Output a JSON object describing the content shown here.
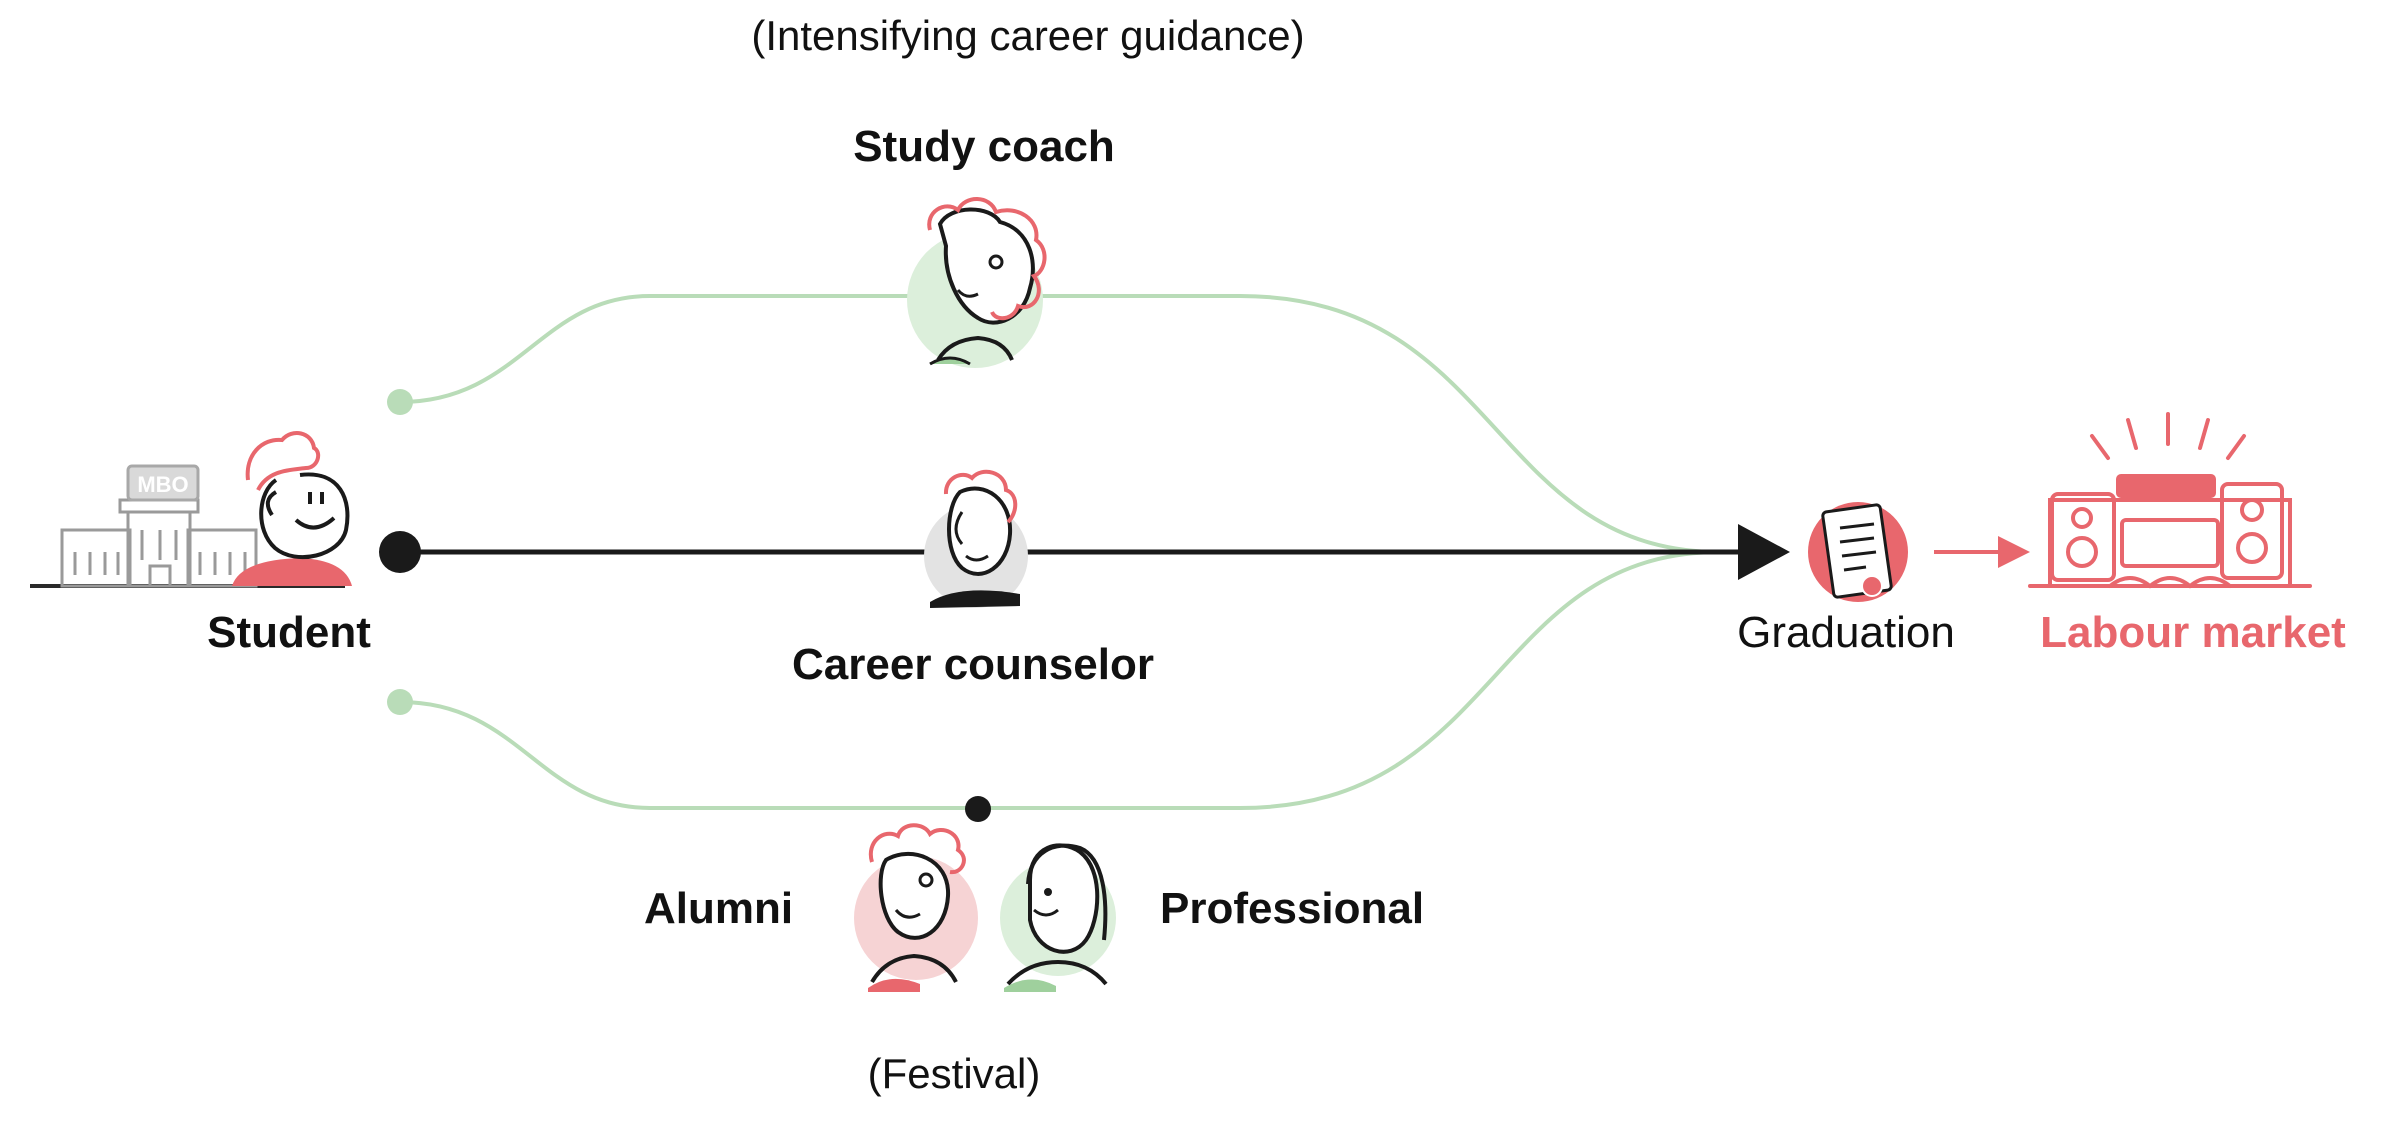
{
  "top_note": "(Intensifying career guidance)",
  "bottom_note": "(Festival)",
  "nodes": {
    "student": "Student",
    "study_coach": "Study coach",
    "career_counselor": "Career counselor",
    "alumni": "Alumni",
    "professional": "Professional",
    "graduation": "Graduation",
    "labour_market": "Labour market"
  },
  "building_sign": "MBO",
  "colors": {
    "green_path": "#b9dcb8",
    "main_path": "#1a1a1a",
    "accent_red": "#e8676d",
    "light_red": "#f6d3d4",
    "light_green": "#dcefdb",
    "light_gray": "#e3e3e3"
  },
  "icons": [
    "school-building-icon",
    "student-avatar-icon",
    "study-coach-avatar-icon",
    "career-counselor-avatar-icon",
    "alumni-avatar-icon",
    "professional-avatar-icon",
    "diploma-icon",
    "workplace-icon"
  ]
}
